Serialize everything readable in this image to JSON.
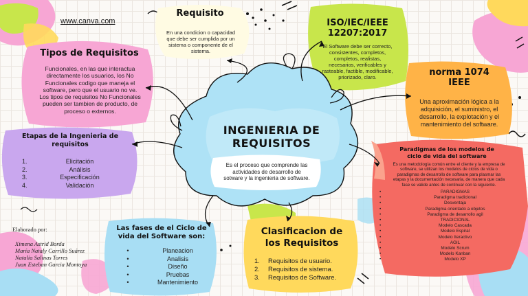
{
  "site": {
    "url": "www.canva.com"
  },
  "center": {
    "title_line1": "INGENIERIA DE",
    "title_line2": "REQUISITOS",
    "description_line1": "Es el proceso que comprende las",
    "description_line2": "actividades  de  desarrollo de",
    "description_line3": "sotware y la ingenieria de software."
  },
  "requisito": {
    "title": "Requisito",
    "text_line1": "En una condicion o capacidad",
    "text_line2": "que debe ser cumplida por un",
    "text_line3": "sistema o componente de el",
    "text_line4": "sistema."
  },
  "iso": {
    "title_line1": "ISO/IEC/IEEE",
    "title_line2": "12207:2017",
    "text_line1": "El Software debe ser correcto,",
    "text_line2": "consistentes, completos,",
    "text_line3": "completos, realistas,",
    "text_line4": "necesarios, verificables y",
    "text_line5": "rasteable, factible, modificable,",
    "text_line6": "priorizado, claro."
  },
  "norma": {
    "title_line1": "norma 1074",
    "title_line2": "IEEE",
    "text_line1": "Una aproximación lógica a la",
    "text_line2": "adquisición, el suministro, el",
    "text_line3": "desarrollo, la explotación y el",
    "text_line4": "mantenimiento del software."
  },
  "tipos": {
    "title": "Tipos de Requisitos",
    "text_line1": "Funcionales, en las que interactua",
    "text_line2": "directamente los usuarios, los No",
    "text_line3": "Funcionales codigo que maneja el",
    "text_line4": "software, pero que el usuario no ve.",
    "text_line5": "Los tipos de requisitos No Funcionales",
    "text_line6": "pueden ser tambien de producto, de",
    "text_line7": "proceso o externos."
  },
  "etapas": {
    "title_line1": "Etapas de la Ingenieria de",
    "title_line2": "requisitos",
    "items": [
      {
        "num": "1.",
        "label": "Elicitación"
      },
      {
        "num": "2.",
        "label": "Análisis"
      },
      {
        "num": "3.",
        "label": "Especificación"
      },
      {
        "num": "4.",
        "label": "Validación"
      }
    ]
  },
  "paradigmas": {
    "title_line1": "Paradigmas de los modelos de",
    "title_line2": "ciclo de vida del software",
    "intro_line1": "Es una metodología común entre el cliente y la empresa de",
    "intro_line2": "software, se utilizan los modelos de ciclos de vida o",
    "intro_line3": "paradigmas de desarrollo de software para plasmar las",
    "intro_line4": "etapas y la documentación necesaria, de manera que cada",
    "intro_line5": "fase se valide antes de continuar con la siguiente.",
    "items": [
      "PARADIGMAS",
      "Paradigma tradicional",
      "Desventaja",
      "Paradigma orientado a objetos",
      "Paradigma de desarrollo agil",
      "TRADICIONAL",
      "Modelo Cascada",
      "Modelo Espiral",
      "Modelo Iteractivo",
      "AGIL",
      "Modelo Scrum",
      "Modelo Kanban",
      "Modelo XP"
    ]
  },
  "fases": {
    "title_line1": "Las fases de el Ciclo de",
    "title_line2": "vida del Software son:",
    "items": [
      "Planeacion",
      "Analisis",
      "Diseño",
      "Pruebas",
      "Mantenimiento"
    ]
  },
  "clasificacion": {
    "title_line1": "Clasificacion de",
    "title_line2": "los Requisitos",
    "items": [
      {
        "num": "1.",
        "label": "Requisitos de usuario."
      },
      {
        "num": "2.",
        "label": "Requisitos de sistema."
      },
      {
        "num": "3.",
        "label": "Requisitos de Software."
      }
    ]
  },
  "authors": {
    "heading": "Elaborado por:",
    "names": [
      "Ximena Astrid Borda",
      "María Nataly Carrillo Suárez",
      "Natalia Salinas Torres",
      "Juan Esteban Garcia Montoya"
    ]
  },
  "colors": {
    "pink": "#f7a6d4",
    "purple": "#c9a7ee",
    "yellow": "#ffd95c",
    "green": "#c8e64b",
    "blue": "#a8def4",
    "coral": "#f46a62",
    "salmon": "#fba28d",
    "orange": "#ffb347",
    "cloud": "#aee2f6"
  }
}
